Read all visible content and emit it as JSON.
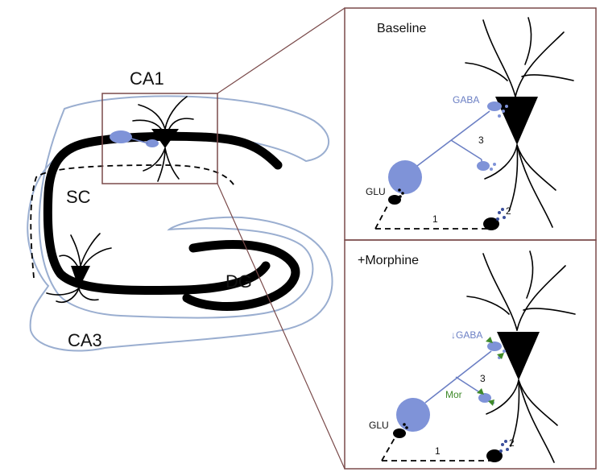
{
  "regions": {
    "ca1": "CA1",
    "sc": "SC",
    "dg": "DG",
    "ca3": "CA3"
  },
  "baseline": {
    "title": "Baseline",
    "gaba": "GABA",
    "glu": "GLU",
    "num1": "1",
    "num2": "2",
    "num3": "3"
  },
  "morphine": {
    "title": "+Morphine",
    "gaba": "↓GABA",
    "mor": "Mor",
    "glu": "GLU",
    "num1": "1",
    "num2": "2",
    "num3": "3"
  },
  "colors": {
    "interneuron": "#7f93d8",
    "outline": "#9aaed0",
    "frame": "#7a4a4a",
    "morphine_arrow": "#3f8a2a"
  }
}
